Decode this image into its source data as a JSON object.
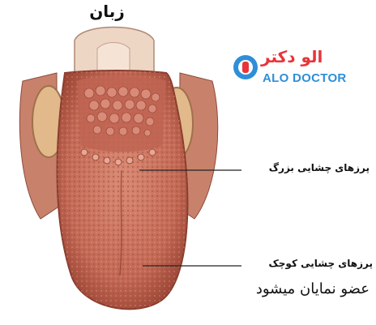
{
  "diagram": {
    "title": "زبان",
    "labels": {
      "large_papillae": "پرزهای چشایی بزرگ",
      "small_papillae": "پرزهای چشایی کوچک"
    },
    "footer_text": "عضو نمایان میشود"
  },
  "logo": {
    "persian": "الو دکتر",
    "english": "ALO DOCTOR",
    "colors": {
      "red": "#e8343a",
      "blue": "#2e8fd8"
    }
  },
  "colors": {
    "tongue": "#c9705c",
    "tongue_dark": "#a34a3a",
    "background": "#ffffff"
  }
}
